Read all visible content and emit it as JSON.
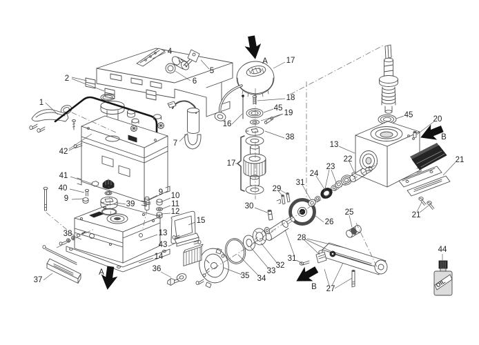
{
  "diagram": {
    "type": "exploded-parts-diagram",
    "subject": "Gearmotor exploded assembly drawing with numbered part callouts",
    "colors": {
      "background": "#ffffff",
      "line": "#4a4a4a",
      "label_text": "#1f1f1f",
      "view_arrow": "#101010",
      "rubber_pad": "#242424",
      "oil_bottle_body": "#bfbfbf"
    },
    "part_labels": [
      {
        "num": "1"
      },
      {
        "num": "2"
      },
      {
        "num": "4"
      },
      {
        "num": "5"
      },
      {
        "num": "6"
      },
      {
        "num": "7"
      },
      {
        "num": "42"
      },
      {
        "num": "41"
      },
      {
        "num": "40"
      },
      {
        "num": "9"
      },
      {
        "num": "39"
      },
      {
        "num": "9"
      },
      {
        "num": "10"
      },
      {
        "num": "11"
      },
      {
        "num": "12"
      },
      {
        "num": "15"
      },
      {
        "num": "13"
      },
      {
        "num": "43"
      },
      {
        "num": "14"
      },
      {
        "num": "36"
      },
      {
        "num": "38"
      },
      {
        "num": "37"
      },
      {
        "num": "16"
      },
      {
        "num": "17"
      },
      {
        "num": "18"
      },
      {
        "num": "45"
      },
      {
        "num": "19"
      },
      {
        "num": "38"
      },
      {
        "num": "17"
      },
      {
        "num": "13"
      },
      {
        "num": "22"
      },
      {
        "num": "23"
      },
      {
        "num": "24"
      },
      {
        "num": "29"
      },
      {
        "num": "30"
      },
      {
        "num": "31"
      },
      {
        "num": "26"
      },
      {
        "num": "25"
      },
      {
        "num": "28"
      },
      {
        "num": "27"
      },
      {
        "num": "31"
      },
      {
        "num": "32"
      },
      {
        "num": "33"
      },
      {
        "num": "34"
      },
      {
        "num": "35"
      },
      {
        "num": "45"
      },
      {
        "num": "20"
      },
      {
        "num": "21"
      },
      {
        "num": "21"
      },
      {
        "num": "44"
      }
    ],
    "view_labels": [
      {
        "text": "A"
      },
      {
        "text": "B"
      },
      {
        "text": "A"
      },
      {
        "text": "B"
      }
    ],
    "oil_bottle_text": "OIL"
  }
}
